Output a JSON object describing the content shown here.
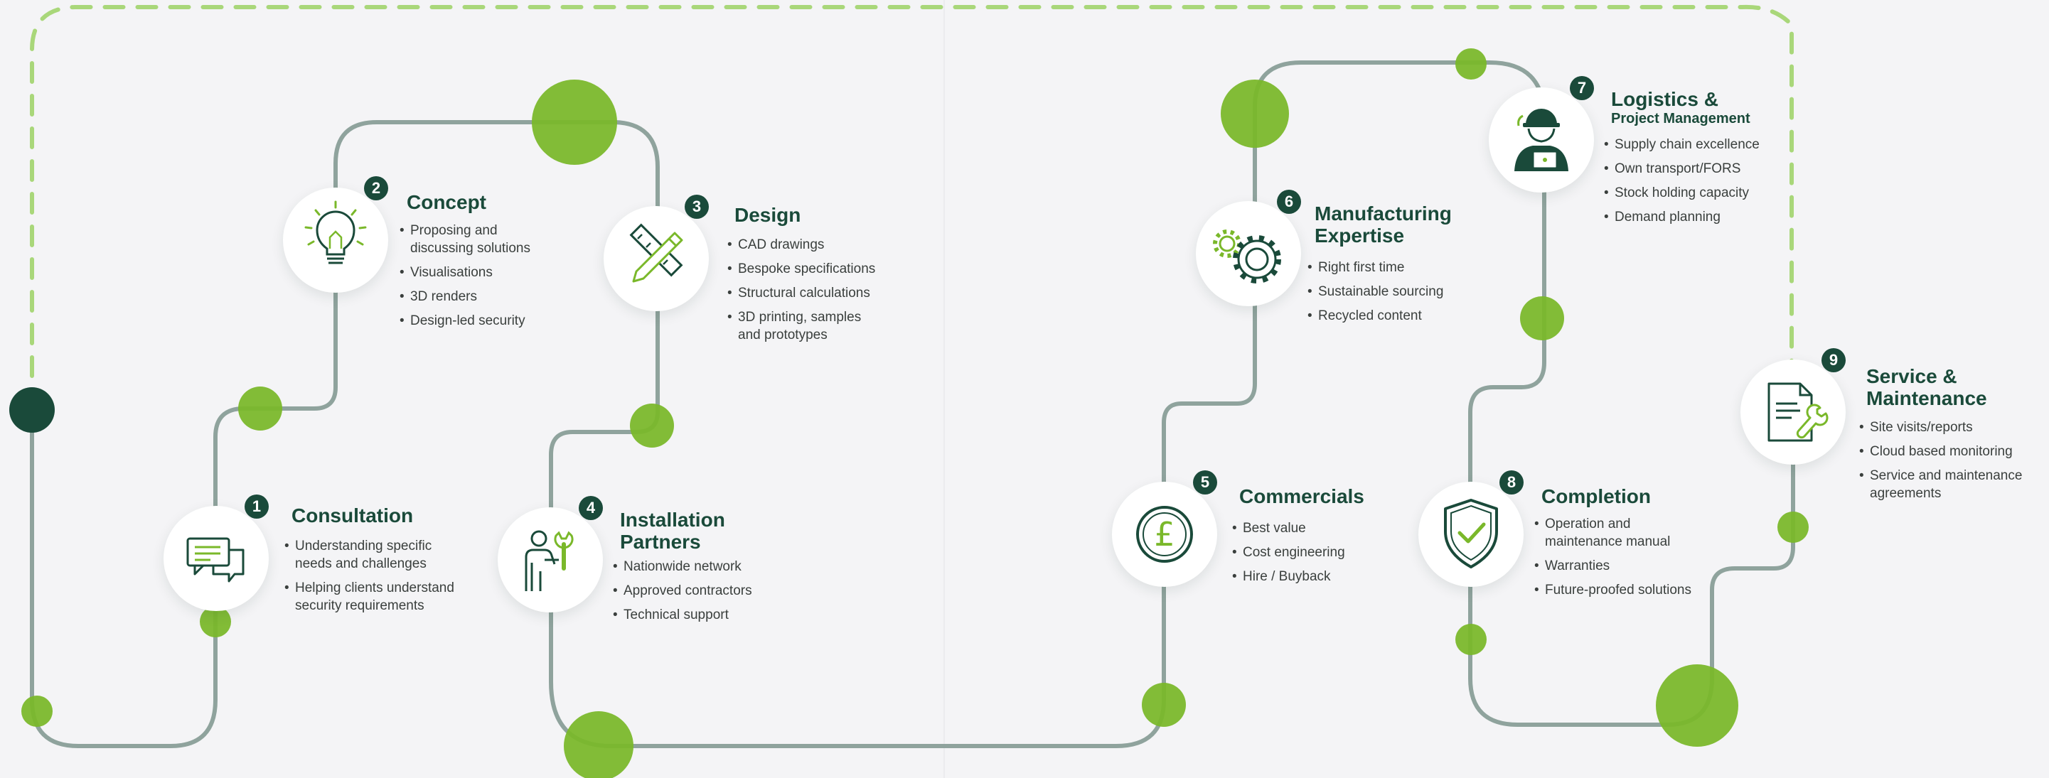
{
  "colors": {
    "background": "#f4f4f6",
    "path": "#8fa39d",
    "dashed": "#a9d77a",
    "accent_green": "#7ab82a",
    "dark_green": "#1a4a3a",
    "text": "#3a3f3d"
  },
  "steps": [
    {
      "number": "1",
      "title": "Consultation",
      "subtitle": "",
      "icon": "chat-bubbles-icon",
      "bullets": [
        "Understanding specific\n needs and challenges",
        "Helping clients understand\n security requirements"
      ]
    },
    {
      "number": "2",
      "title": "Concept",
      "subtitle": "",
      "icon": "lightbulb-icon",
      "bullets": [
        "Proposing and\n discussing solutions",
        "Visualisations",
        "3D renders",
        "Design-led security"
      ]
    },
    {
      "number": "3",
      "title": "Design",
      "subtitle": "",
      "icon": "pencil-ruler-icon",
      "bullets": [
        "CAD drawings",
        "Bespoke specifications",
        "Structural calculations",
        "3D printing, samples\nand prototypes"
      ]
    },
    {
      "number": "4",
      "title": "Installation\nPartners",
      "subtitle": "",
      "icon": "worker-wrench-icon",
      "bullets": [
        "Nationwide network",
        "Approved contractors",
        "Technical support"
      ]
    },
    {
      "number": "5",
      "title": "Commercials",
      "subtitle": "",
      "icon": "pound-coin-icon",
      "bullets": [
        "Best value",
        "Cost engineering",
        "Hire / Buyback"
      ]
    },
    {
      "number": "6",
      "title": "Manufacturing\nExpertise",
      "subtitle": "",
      "icon": "gears-icon",
      "bullets": [
        "Right first time",
        "Sustainable sourcing",
        "Recycled content"
      ]
    },
    {
      "number": "7",
      "title": "Logistics &",
      "subtitle": "Project Management",
      "icon": "engineer-laptop-icon",
      "bullets": [
        "Supply chain excellence",
        "Own transport/FORS",
        "Stock holding capacity",
        "Demand planning"
      ]
    },
    {
      "number": "8",
      "title": "Completion",
      "subtitle": "",
      "icon": "shield-check-icon",
      "bullets": [
        "Operation and\nmaintenance manual",
        "Warranties",
        "Future-proofed solutions"
      ]
    },
    {
      "number": "9",
      "title": "Service &\nMaintenance",
      "subtitle": "",
      "icon": "document-wrench-icon",
      "bullets": [
        "Site visits/reports",
        "Cloud based monitoring",
        "Service and maintenance\nagreements"
      ]
    }
  ]
}
